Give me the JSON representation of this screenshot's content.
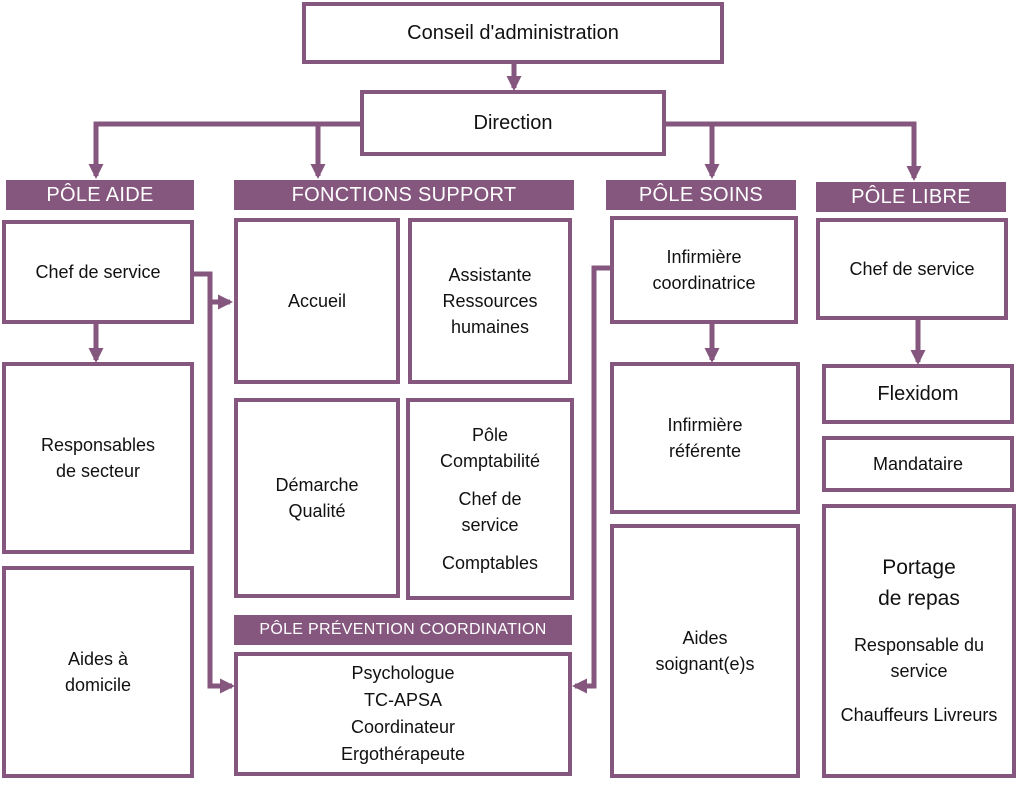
{
  "boxes": {
    "board": "Conseil d'administration",
    "direction": "Direction",
    "aide_chef": "Chef de service",
    "aide_resp": "Responsables\nde secteur",
    "aide_aides": "Aides à\ndomicile",
    "support_accueil": "Accueil",
    "support_rh": "Assistante\nRessources\nhumaines",
    "support_qualite": "Démarche\nQualité",
    "support_compta_1": "Pôle\nComptabilité",
    "support_compta_2": "Chef de\nservice",
    "support_compta_3": "Comptables",
    "prevention_staff": "Psychologue\nTC-APSA\nCoordinateur\nErgothérapeute",
    "soins_coord": "Infirmière\ncoordinatrice",
    "soins_ref": "Infirmière\nréférente",
    "soins_aides": "Aides\nsoignant(e)s",
    "libre_chef": "Chef de service",
    "libre_flexidom": "Flexidom",
    "libre_mandataire": "Mandataire",
    "libre_portage_1": "Portage\nde repas",
    "libre_portage_2": "Responsable du\nservice",
    "libre_portage_3": "Chauffeurs Livreurs"
  },
  "headers": {
    "aide": "PÔLE AIDE",
    "support": "FONCTIONS SUPPORT",
    "soins": "PÔLE SOINS",
    "libre": "PÔLE LIBRE",
    "prevention": "PÔLE PRÉVENTION COORDINATION"
  },
  "colors": {
    "accent": "#85577e",
    "background": "#ffffff",
    "text": "#111111"
  }
}
